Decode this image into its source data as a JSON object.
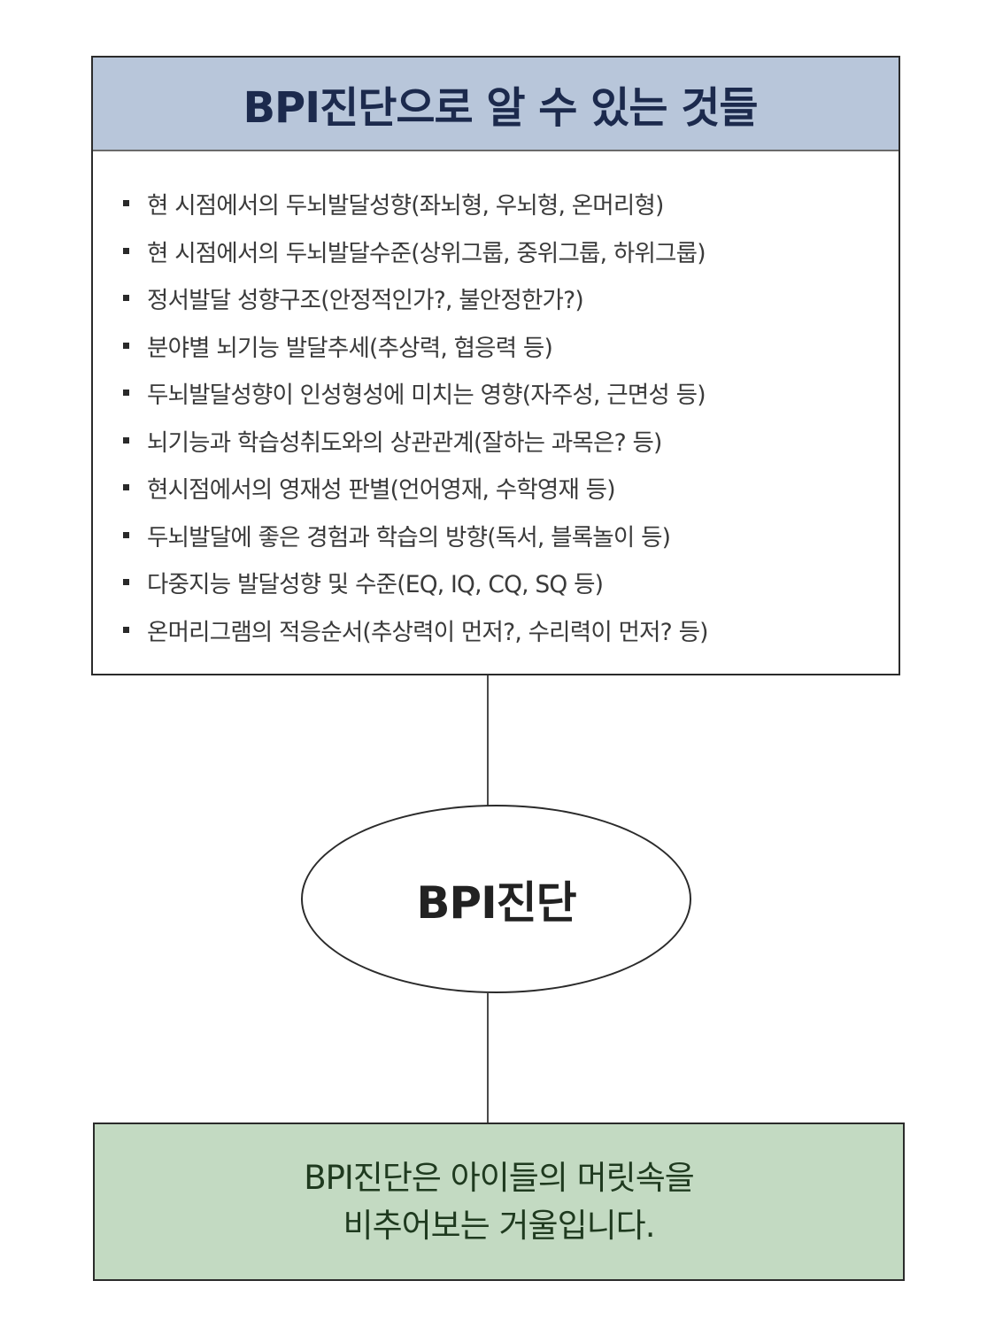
{
  "header": {
    "title": "BPI진단으로 알 수 있는 것들"
  },
  "items": [
    "현 시점에서의 두뇌발달성향(좌뇌형, 우뇌형, 온머리형)",
    "현 시점에서의 두뇌발달수준(상위그룹, 중위그룹, 하위그룹)",
    "정서발달 성향구조(안정적인가?, 불안정한가?)",
    "분야별 뇌기능 발달추세(추상력, 협응력 등)",
    "두뇌발달성향이 인성형성에 미치는 영향(자주성, 근면성 등)",
    "뇌기능과 학습성취도와의 상관관계(잘하는 과목은? 등)",
    "현시점에서의 영재성 판별(언어영재, 수학영재 등)",
    "두뇌발달에 좋은 경험과 학습의 방향(독서, 블록놀이 등)",
    "다중지능 발달성향 및 수준(EQ, IQ, CQ, SQ 등)",
    "온머리그램의 적응순서(추상력이 먼저?, 수리력이 먼저? 등)"
  ],
  "center": {
    "label": "BPI진단"
  },
  "footer": {
    "line1": "BPI진단은 아이들의 머릿속을",
    "line2": "비추어보는 거울입니다."
  },
  "colors": {
    "header_bg": "#b8c6da",
    "header_text": "#1c2a4d",
    "footer_bg": "#c3dac2",
    "footer_text": "#1f3a1f",
    "border": "#2b2b2b"
  }
}
